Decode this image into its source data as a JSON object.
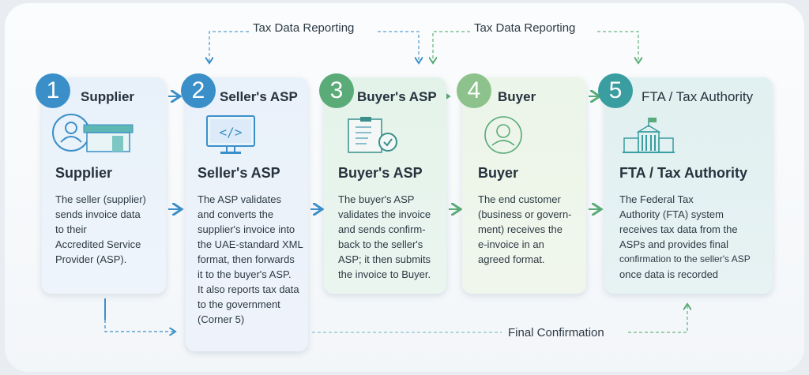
{
  "top_labels": [
    "Tax Data Reporting",
    "Tax Data Reporting"
  ],
  "bottom_label": "Final Confirmation",
  "steps": [
    {
      "num": "1",
      "header": "Supplier",
      "title": "Supplier",
      "icon": "supplier-store-icon",
      "color": "#3b8fc9",
      "lines": [
        "The seller (supplier)",
        "sends invoice data",
        "to their",
        "Accredited Service",
        "Provider (ASP)."
      ]
    },
    {
      "num": "2",
      "header": "Seller's ASP",
      "title": "Seller's ASP",
      "icon": "code-monitor-icon",
      "color": "#3b8fc9",
      "lines": [
        "The ASP validates",
        "and converts the",
        "supplier's invoice into",
        "the UAE-standard XML",
        "format, then forwards",
        "it to the buyer's ASP.",
        "It also reports tax data",
        "to the government",
        "(Corner 5)"
      ]
    },
    {
      "num": "3",
      "header": "Buyer's ASP",
      "title": "Buyer's ASP",
      "icon": "clipboard-check-icon",
      "color": "#5aab78",
      "lines": [
        "The buyer's ASP",
        "validates the invoice",
        "and sends confirm-",
        "back to the seller's",
        "ASP; it then submits",
        "the invoice to Buyer."
      ]
    },
    {
      "num": "4",
      "header": "Buyer",
      "title": "Buyer",
      "icon": "user-icon",
      "color": "#8dc28c",
      "lines": [
        "The end customer",
        "(business or govern-",
        "ment) receives the",
        "e-invoice in an",
        "agreed format."
      ]
    },
    {
      "num": "5",
      "header": "FTA / Tax Authority",
      "title": "FTA / Tax Authority",
      "icon": "government-building-icon",
      "color": "#3a9d9f",
      "lines": [
        "The Federal Tax",
        "Authority (FTA) system",
        "receives tax data from the",
        "ASPs and provides final",
        "confirmation to the seller's ASP",
        "once data is recorded"
      ]
    }
  ]
}
